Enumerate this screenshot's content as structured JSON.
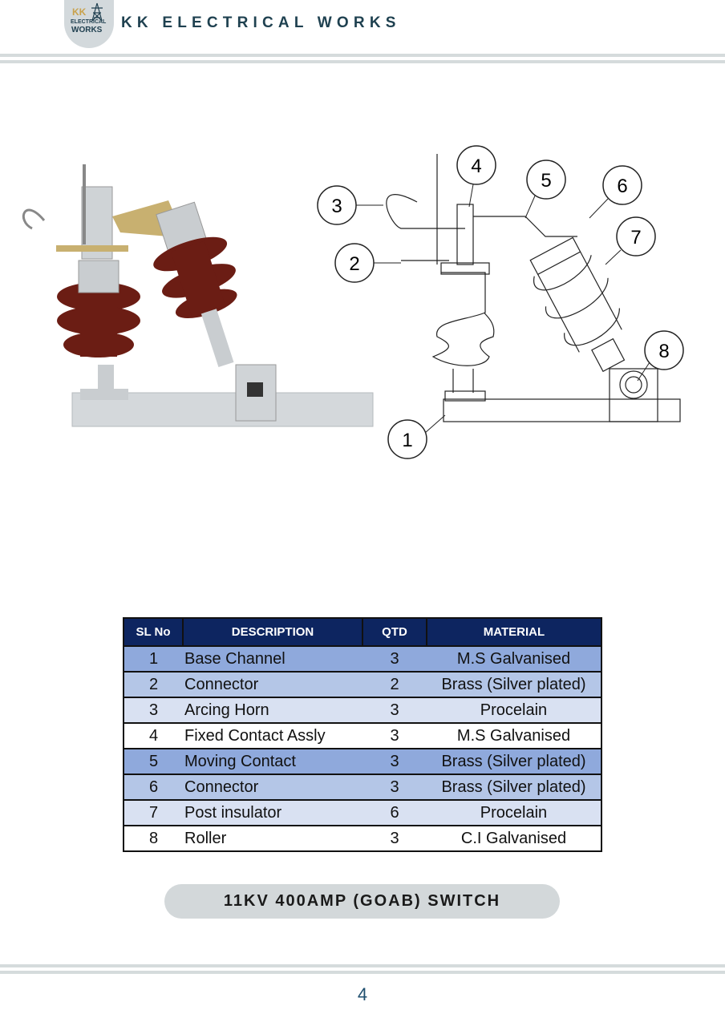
{
  "header": {
    "logo_text": [
      "KK",
      "ELECTRICAL",
      "WORKS"
    ],
    "brand_name": "KK ELECTRICAL WORKS"
  },
  "diagram": {
    "callouts": [
      "1",
      "2",
      "3",
      "4",
      "5",
      "6",
      "7",
      "8"
    ]
  },
  "table": {
    "headers": [
      "SL No",
      "DESCRIPTION",
      "QTD",
      "MATERIAL"
    ],
    "rows": [
      {
        "sl": "1",
        "description": "Base Channel",
        "qty": "3",
        "material": "M.S Galvanised"
      },
      {
        "sl": "2",
        "description": "Connector",
        "qty": "2",
        "material": "Brass (Silver plated)"
      },
      {
        "sl": "3",
        "description": "Arcing Horn",
        "qty": "3",
        "material": "Procelain"
      },
      {
        "sl": "4",
        "description": "Fixed Contact Assly",
        "qty": "3",
        "material": "M.S Galvanised"
      },
      {
        "sl": "5",
        "description": "Moving Contact",
        "qty": "3",
        "material": "Brass (Silver plated)"
      },
      {
        "sl": "6",
        "description": "Connector",
        "qty": "3",
        "material": "Brass (Silver plated)"
      },
      {
        "sl": "7",
        "description": "Post insulator",
        "qty": "6",
        "material": "Procelain"
      },
      {
        "sl": "8",
        "description": "Roller",
        "qty": "3",
        "material": "C.I Galvanised"
      }
    ]
  },
  "product_title": "11KV 400AMP (GOAB) SWITCH",
  "page_number": "4",
  "colors": {
    "header_bg": "#0d2560",
    "row_dark": "#8fa9dc",
    "row_mid": "#b4c6e7",
    "row_light": "#d9e1f2",
    "insulator": "#6b1d14"
  }
}
